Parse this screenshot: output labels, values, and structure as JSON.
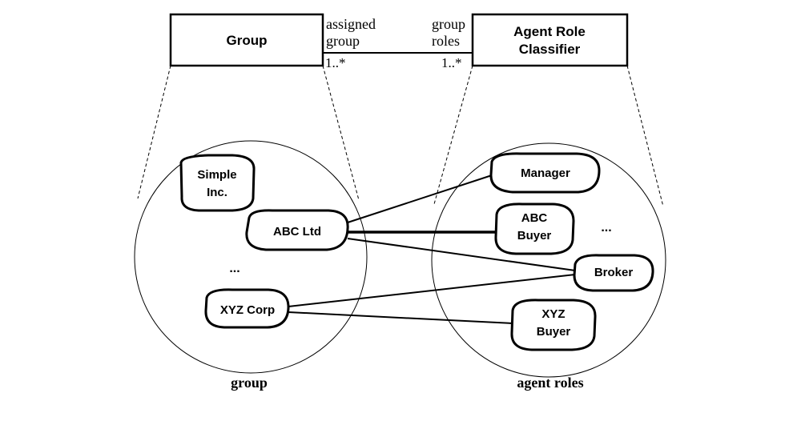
{
  "uml": {
    "left_class": "Group",
    "right_class": [
      "Agent Role",
      "Classifier"
    ],
    "left_role": [
      "assigned",
      "group"
    ],
    "right_role": [
      "group",
      "roles"
    ],
    "left_multiplicity": "1..*",
    "right_multiplicity": "1..*"
  },
  "group_set": {
    "caption": "group",
    "nodes": {
      "simple_inc": [
        "Simple",
        "Inc."
      ],
      "abc_ltd": "ABC Ltd",
      "ellipsis": "...",
      "xyz_corp": "XYZ Corp"
    }
  },
  "roles_set": {
    "caption": "agent roles",
    "nodes": {
      "manager": "Manager",
      "abc_buyer": [
        "ABC",
        "Buyer"
      ],
      "ellipsis": "...",
      "broker": "Broker",
      "xyz_buyer": [
        "XYZ",
        "Buyer"
      ]
    }
  }
}
